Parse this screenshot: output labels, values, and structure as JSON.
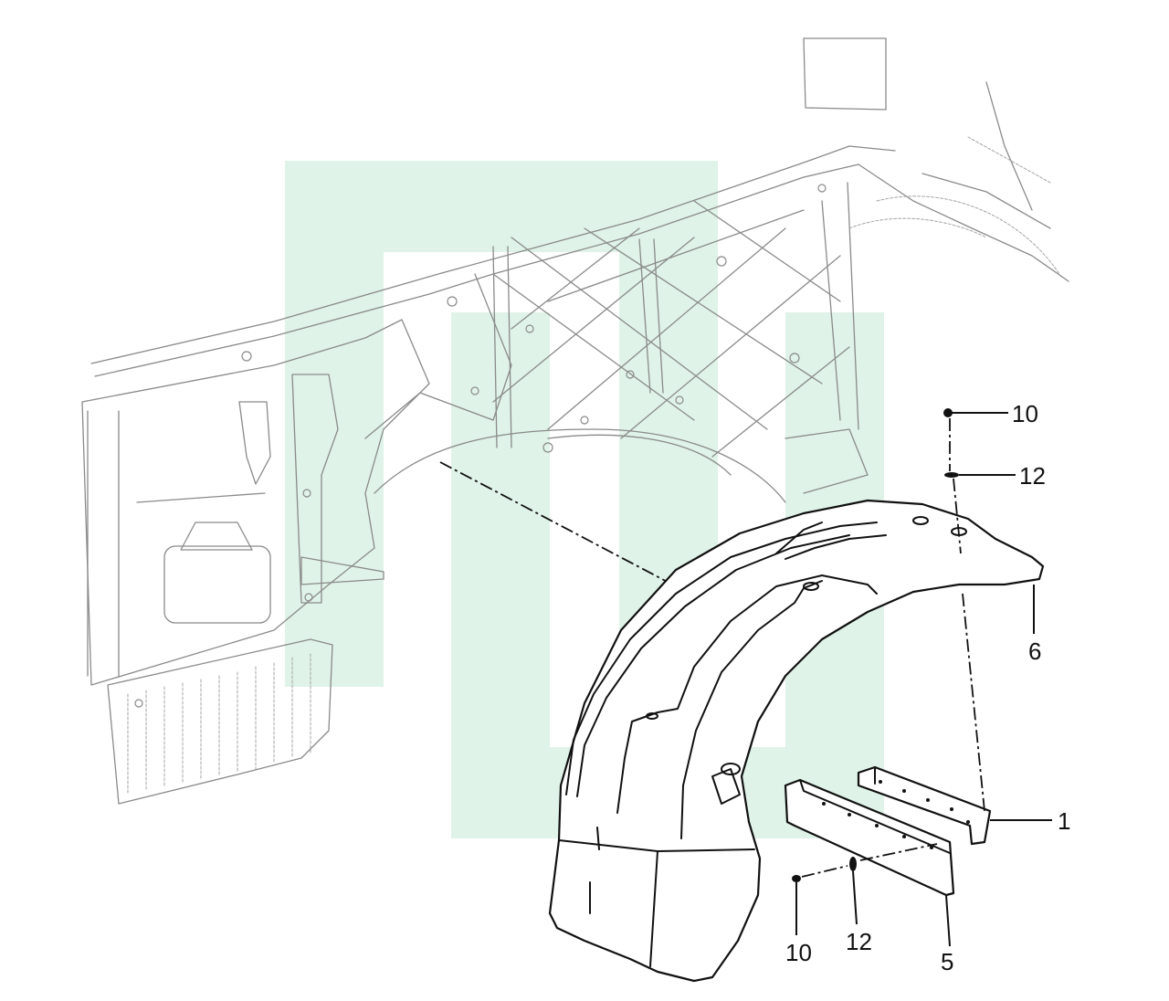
{
  "watermark": {
    "color": "#dff3e8",
    "icon": "logo-watermark"
  },
  "callouts": [
    {
      "id": "c10-top",
      "label": "10"
    },
    {
      "id": "c12-top",
      "label": "12"
    },
    {
      "id": "c6",
      "label": "6"
    },
    {
      "id": "c1",
      "label": "1"
    },
    {
      "id": "c10-bottom",
      "label": "10"
    },
    {
      "id": "c12-bottom",
      "label": "12"
    },
    {
      "id": "c5",
      "label": "5"
    }
  ]
}
